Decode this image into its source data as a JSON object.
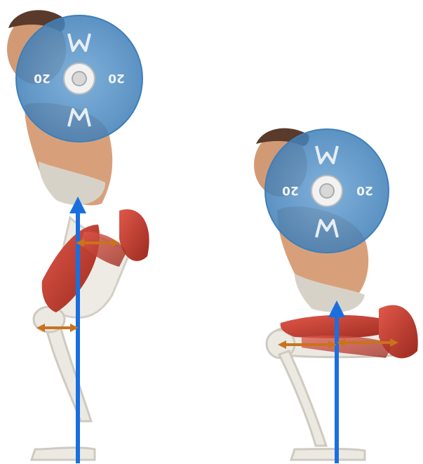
{
  "figures": [
    {
      "id": "squat-left",
      "plate": {
        "label_left": "20",
        "label_right": "20",
        "logo": "W-logo"
      },
      "arrows": {
        "bar_path": "vertical-blue-arrow",
        "moment_arms": [
          "hip-moment-arm",
          "knee-moment-arm"
        ]
      }
    },
    {
      "id": "squat-right",
      "plate": {
        "label_left": "20",
        "label_right": "20",
        "logo": "W-logo"
      },
      "arrows": {
        "bar_path": "vertical-blue-arrow",
        "moment_arms": [
          "knee-moment-arm",
          "hip-moment-arm"
        ]
      }
    }
  ],
  "colors": {
    "plate": "#4f8fc6",
    "plate_edge": "#3f7fb8",
    "bar_path_arrow": "#1a6fe0",
    "moment_arrow": "#c8731e",
    "muscle": "#c0392b",
    "skin": "#d9a07a",
    "bone": "#e6e3db"
  }
}
